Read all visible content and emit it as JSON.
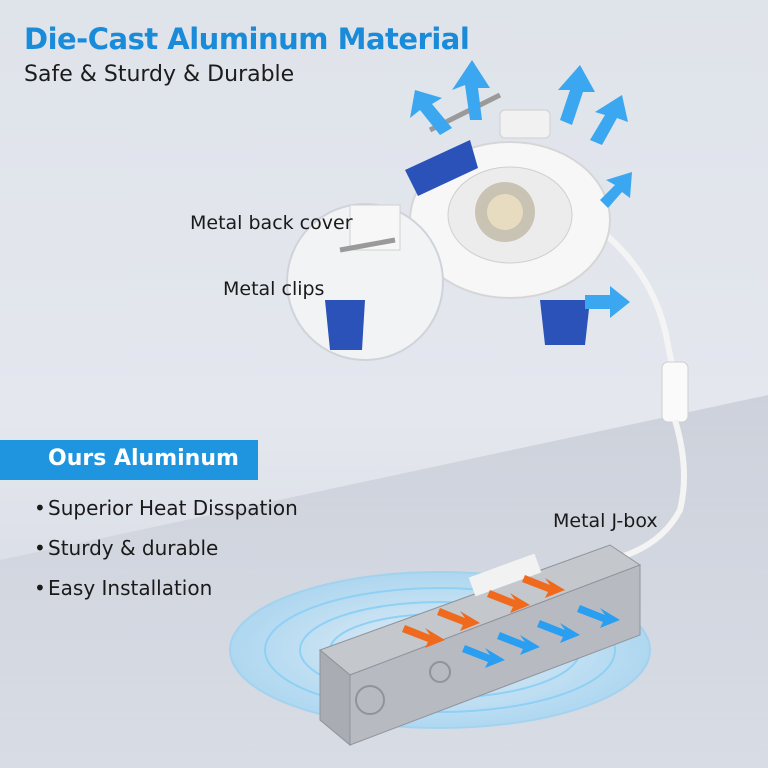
{
  "header": {
    "title": "Die-Cast Aluminum Material",
    "subtitle": "Safe & Sturdy & Durable"
  },
  "callouts": {
    "back_cover": "Metal back cover",
    "clips": "Metal clips",
    "jbox": "Metal J-box"
  },
  "banner": {
    "label": "Ours Aluminum"
  },
  "features": [
    "Superior Heat Disspation",
    "Sturdy & durable",
    "Easy Installation"
  ],
  "bullet": "•",
  "colors": {
    "accent": "#1f95e0",
    "title": "#1a8bd8",
    "heat_arrow": "#f06a1e",
    "cool_arrow": "#2a9ef0",
    "clip_blue": "#2a52b8"
  }
}
